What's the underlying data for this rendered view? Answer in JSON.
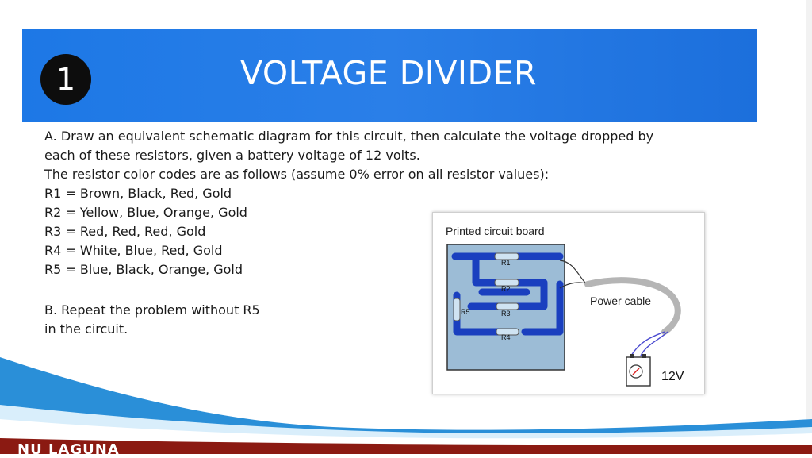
{
  "banner": {
    "number": "1",
    "title": "VOLTAGE DIVIDER"
  },
  "content": {
    "line1": "A. Draw an equivalent schematic diagram for this circuit, then calculate the voltage dropped by",
    "line2": "each of these resistors, given a battery voltage of 12 volts.",
    "line3": "The resistor color codes are as follows (assume 0% error on all resistor values):",
    "r1": "R1 = Brown, Black, Red, Gold",
    "r2": "R2 = Yellow, Blue, Orange, Gold",
    "r3": "R3 = Red, Red, Red, Gold",
    "r4": "R4 = White, Blue, Red, Gold",
    "r5": "R5 = Blue, Black, Orange, Gold",
    "partB1": "B. Repeat the problem without R5",
    "partB2": "in the circuit."
  },
  "figure": {
    "board_label": "Printed circuit board",
    "power_cable_label": "Power cable",
    "battery_label": "12V",
    "resistors": [
      "R1",
      "R2",
      "R3",
      "R4",
      "R5"
    ]
  },
  "footer": {
    "brand": "NU LAGUNA"
  },
  "colors": {
    "banner": "#1d78e6",
    "trace": "#1a3fbf",
    "board": "#9cbcd6",
    "footer_dark": "#8b1a12"
  }
}
